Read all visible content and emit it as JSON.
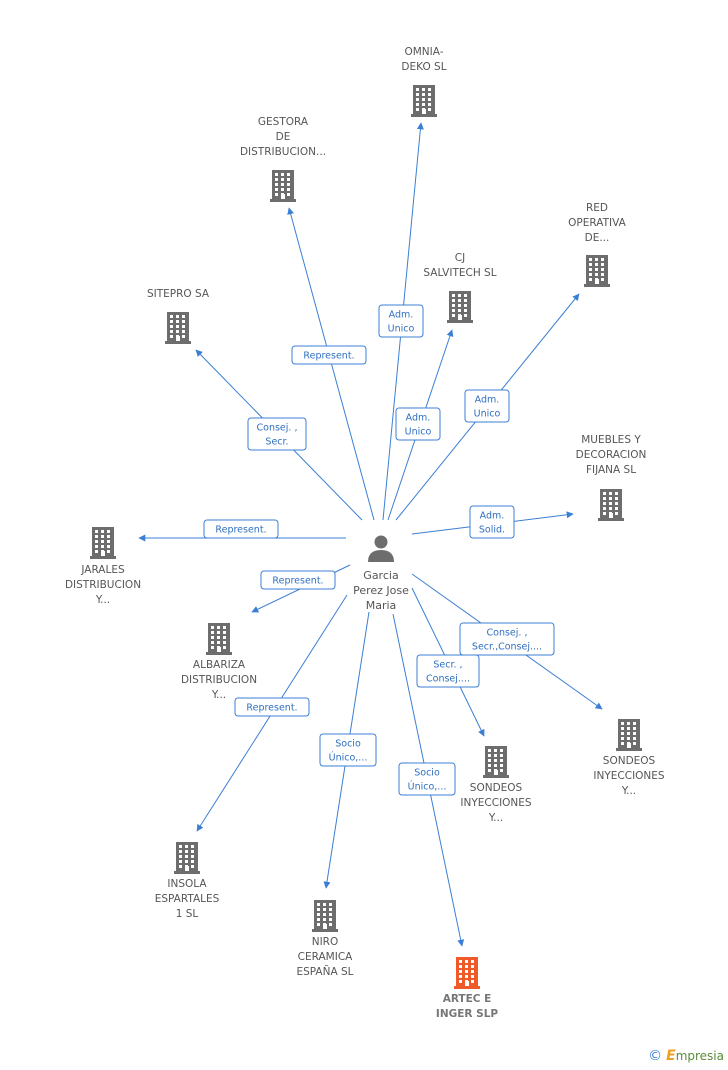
{
  "person": {
    "id": "garcia",
    "lines": [
      "Garcia",
      "Perez Jose",
      "Maria"
    ]
  },
  "companies": [
    {
      "id": "omnia",
      "lines": [
        "OMNIA-",
        "DEKO SL"
      ],
      "focus": false
    },
    {
      "id": "gestora",
      "lines": [
        "GESTORA",
        "DE",
        "DISTRIBUCION..."
      ],
      "focus": false
    },
    {
      "id": "red",
      "lines": [
        "RED",
        "OPERATIVA",
        "DE..."
      ],
      "focus": false
    },
    {
      "id": "cj",
      "lines": [
        "CJ",
        "SALVITECH SL"
      ],
      "focus": false
    },
    {
      "id": "sitepro",
      "lines": [
        "SITEPRO SA"
      ],
      "focus": false
    },
    {
      "id": "muebles",
      "lines": [
        "MUEBLES Y",
        "DECORACION",
        "FIJANA SL"
      ],
      "focus": false
    },
    {
      "id": "jarales",
      "lines": [
        "JARALES",
        "DISTRIBUCION",
        "Y..."
      ],
      "focus": false
    },
    {
      "id": "albariza",
      "lines": [
        "ALBARIZA",
        "DISTRIBUCION",
        "Y..."
      ],
      "focus": false
    },
    {
      "id": "sondeos1",
      "lines": [
        "SONDEOS",
        "INYECCIONES",
        "Y..."
      ],
      "focus": false
    },
    {
      "id": "sondeos2",
      "lines": [
        "SONDEOS",
        "INYECCIONES",
        "Y..."
      ],
      "focus": false
    },
    {
      "id": "insola",
      "lines": [
        "INSOLA",
        "ESPARTALES",
        "1 SL"
      ],
      "focus": false
    },
    {
      "id": "niro",
      "lines": [
        "NIRO",
        "CERAMICA",
        "ESPAÑA SL"
      ],
      "focus": false
    },
    {
      "id": "artec",
      "lines": [
        "ARTEC E",
        "INGER SLP"
      ],
      "focus": true
    }
  ],
  "edges": [
    {
      "to": "omnia",
      "lines": [
        "Adm.",
        "Unico"
      ]
    },
    {
      "to": "gestora",
      "lines": [
        "Represent."
      ]
    },
    {
      "to": "cj",
      "lines": [
        "Adm.",
        "Unico"
      ]
    },
    {
      "to": "red",
      "lines": [
        "Adm.",
        "Unico"
      ]
    },
    {
      "to": "sitepro",
      "lines": [
        "Consej. ,",
        "Secr."
      ]
    },
    {
      "to": "muebles",
      "lines": [
        "Adm.",
        "Solid."
      ]
    },
    {
      "to": "jarales",
      "lines": [
        "Represent."
      ]
    },
    {
      "to": "albariza",
      "lines": [
        "Represent."
      ]
    },
    {
      "to": "sondeos2",
      "lines": [
        "Consej. ,",
        "Secr.,Consej...."
      ]
    },
    {
      "to": "sondeos1",
      "lines": [
        "Secr. ,",
        "Consej...."
      ]
    },
    {
      "to": "insola",
      "lines": [
        "Represent."
      ]
    },
    {
      "to": "niro",
      "lines": [
        "Socio",
        "Único,..."
      ]
    },
    {
      "to": "artec",
      "lines": [
        "Socio",
        "Único,..."
      ]
    }
  ],
  "colors": {
    "edge": "#3b7fd4",
    "building": "#6d6d6d",
    "focus_building": "#f05a28",
    "person": "#6d6d6d"
  },
  "brand": {
    "copyright": "©",
    "name": "mpresia",
    "initial": "E"
  }
}
